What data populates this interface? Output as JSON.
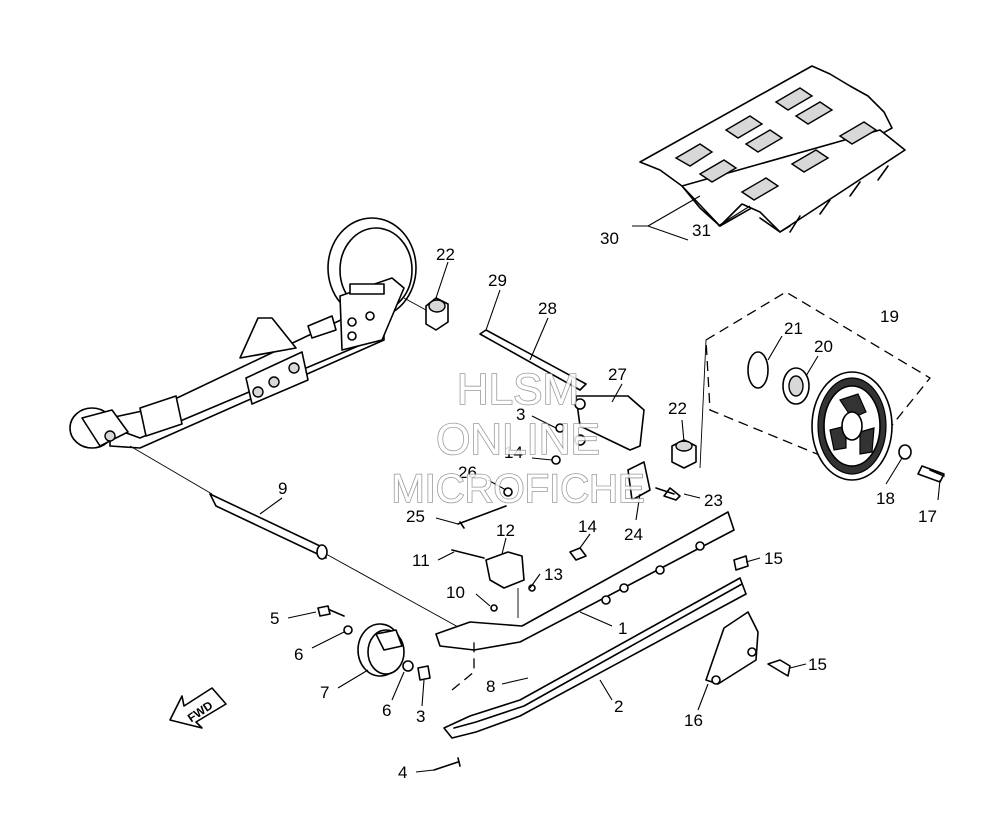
{
  "watermark": {
    "line1": "HLSM",
    "line2": "ONLINE",
    "line3": "MICROFICHE"
  },
  "direction_label": "FWD",
  "callouts": [
    {
      "id": "c30",
      "text": "30"
    },
    {
      "id": "c31",
      "text": "31"
    },
    {
      "id": "c22a",
      "text": "22"
    },
    {
      "id": "c29",
      "text": "29"
    },
    {
      "id": "c28",
      "text": "28"
    },
    {
      "id": "c19",
      "text": "19"
    },
    {
      "id": "c21",
      "text": "21"
    },
    {
      "id": "c20",
      "text": "20"
    },
    {
      "id": "c27",
      "text": "27"
    },
    {
      "id": "c3a",
      "text": "3"
    },
    {
      "id": "c22b",
      "text": "22"
    },
    {
      "id": "c14a",
      "text": "14"
    },
    {
      "id": "c26",
      "text": "26"
    },
    {
      "id": "c9",
      "text": "9"
    },
    {
      "id": "c23",
      "text": "23"
    },
    {
      "id": "c24",
      "text": "24"
    },
    {
      "id": "c18",
      "text": "18"
    },
    {
      "id": "c17",
      "text": "17"
    },
    {
      "id": "c25",
      "text": "25"
    },
    {
      "id": "c12",
      "text": "12"
    },
    {
      "id": "c14b",
      "text": "14"
    },
    {
      "id": "c15a",
      "text": "15"
    },
    {
      "id": "c11",
      "text": "11"
    },
    {
      "id": "c13",
      "text": "13"
    },
    {
      "id": "c10",
      "text": "10"
    },
    {
      "id": "c5",
      "text": "5"
    },
    {
      "id": "c1",
      "text": "1"
    },
    {
      "id": "c6a",
      "text": "6"
    },
    {
      "id": "c15b",
      "text": "15"
    },
    {
      "id": "c7",
      "text": "7"
    },
    {
      "id": "c8",
      "text": "8"
    },
    {
      "id": "c6b",
      "text": "6"
    },
    {
      "id": "c2",
      "text": "2"
    },
    {
      "id": "c3b",
      "text": "3"
    },
    {
      "id": "c16",
      "text": "16"
    },
    {
      "id": "c4",
      "text": "4"
    }
  ]
}
